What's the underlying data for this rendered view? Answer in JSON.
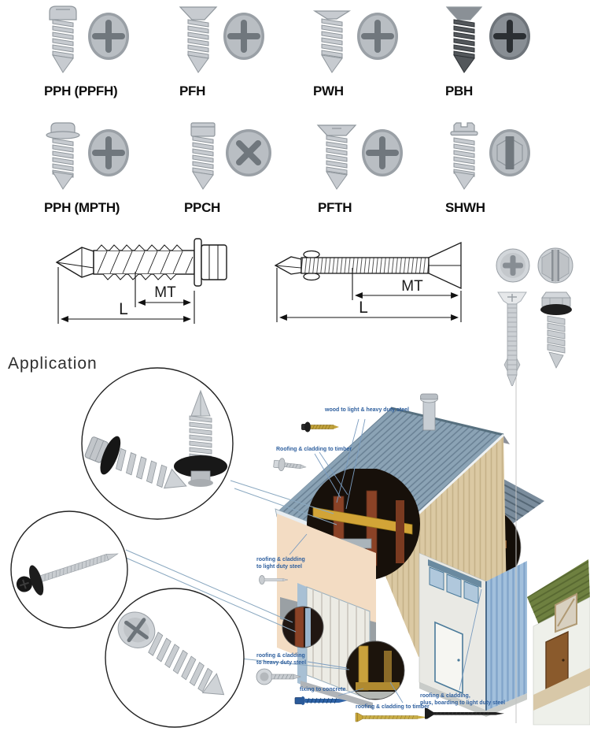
{
  "screw_rows": {
    "row1": [
      {
        "label": "PPH (PPFH)",
        "head": "pan"
      },
      {
        "label": "PFH",
        "head": "flat"
      },
      {
        "label": "PWH",
        "head": "wafer"
      },
      {
        "label": "PBH",
        "head": "bugle"
      }
    ],
    "row2": [
      {
        "label": "PPH (MPTH)",
        "head": "pan_washer"
      },
      {
        "label": "PPCH",
        "head": "cheese"
      },
      {
        "label": "PFTH",
        "head": "truss"
      },
      {
        "label": "SHWH",
        "head": "hex_washer"
      }
    ]
  },
  "tech_drawings": {
    "hex_head": {
      "mt_label": "MT",
      "l_label": "L"
    },
    "csk_head": {
      "mt_label": "MT",
      "l_label": "L"
    }
  },
  "application": {
    "title": "Application",
    "callouts": {
      "wood_steel": {
        "line1": "wood to light & heavy duty steel",
        "line2": ""
      },
      "roof_timber_top": {
        "line1": "Roofing & cladding to timber",
        "line2": ""
      },
      "light_steel": {
        "line1": "roofing & cladding",
        "line2": "to light duty steel"
      },
      "heavy_steel": {
        "line1": "roofing & cladding",
        "line2": "to heavy duty steel"
      },
      "concrete": {
        "line1": "fixing to concrete",
        "line2": ""
      },
      "roof_timber_bottom": {
        "line1": "roofing & cladding to timber",
        "line2": ""
      },
      "boarding": {
        "line1": "roofing & cladding,",
        "line2": "plus, boarding to light duty steel"
      }
    }
  },
  "colors": {
    "callout_text": "#2e5f9e",
    "roof_blue": "#8ba3b5",
    "wall_tan": "#dbc9a3",
    "wall_peach": "#f3dcc3",
    "siding_blue": "#a2c0dc",
    "roof_green": "#6e8040",
    "door_brown": "#8a5a2c"
  }
}
